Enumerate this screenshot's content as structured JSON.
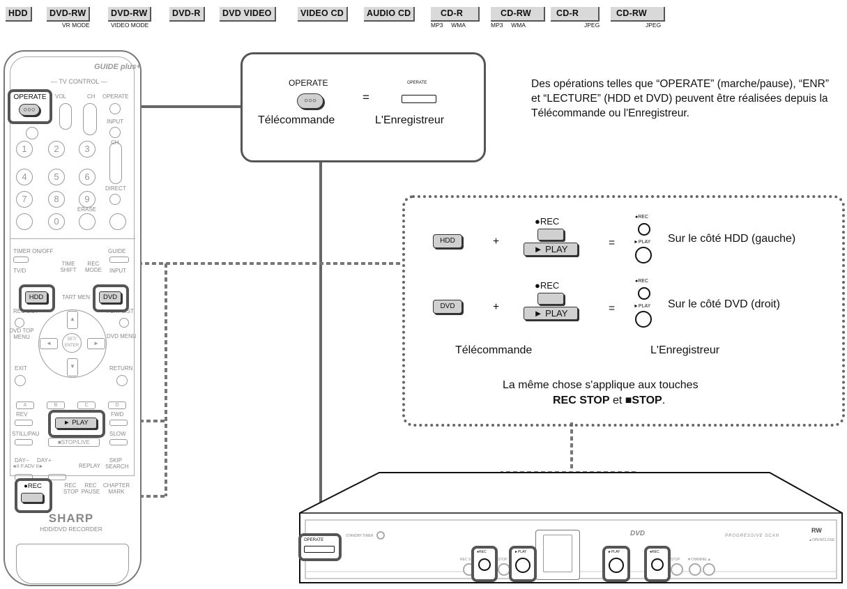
{
  "tabs": [
    {
      "label": "HDD",
      "sub": ""
    },
    {
      "label": "DVD-RW",
      "sub": "VR MODE"
    },
    {
      "label": "DVD-RW",
      "sub": "VIDEO MODE"
    },
    {
      "label": "DVD-R",
      "sub": ""
    },
    {
      "label": "DVD VIDEO",
      "sub": ""
    },
    {
      "label": "VIDEO CD",
      "sub": ""
    },
    {
      "label": "AUDIO CD",
      "sub": ""
    },
    {
      "label": "CD-R",
      "sub": "MP3     WMA"
    },
    {
      "label": "CD-RW",
      "sub": "MP3     WMA"
    },
    {
      "label": "CD-R",
      "sub": "JPEG"
    },
    {
      "label": "CD-RW",
      "sub": "JPEG"
    }
  ],
  "callout": {
    "remote_key_label": "OPERATE",
    "remote_key_dots": "○○○",
    "equals": "=",
    "recorder_key_label": "OPERATE",
    "remote_caption": "Télécommande",
    "recorder_caption": "L'Enregistreur"
  },
  "note": "Des opérations telles que “OPERATE” (marche/pause), “ENR” et “LECTURE” (HDD et DVD) peuvent être réalisées depuis la Télécommande ou l'Enregistreur.",
  "combos": {
    "plus": "+",
    "equals": "=",
    "rec_label": "●REC",
    "play_label": "► PLAY",
    "small_rec": "●REC",
    "small_play": "►PLAY",
    "rows": [
      {
        "key": "HDD",
        "result": "Sur le côté HDD (gauche)"
      },
      {
        "key": "DVD",
        "result": "Sur le côté DVD (droit)"
      }
    ],
    "col_remote": "Télécommande",
    "col_recorder": "L'Enregistreur",
    "footer_line1": "La même chose s'applique aux touches",
    "footer_bold1": "REC STOP",
    "footer_et": "et",
    "footer_bold2": "■STOP",
    "footer_end": "."
  },
  "remote": {
    "brand_logo": "GUIDE plus+",
    "tv_control": "— TV CONTROL —",
    "vol": "VOL",
    "ch": "CH",
    "operate_small": "OPERATE",
    "input": "INPUT",
    "ch2": "CH",
    "digits": [
      "1",
      "2",
      "3",
      "4",
      "5",
      "6",
      "7",
      "8",
      "9",
      "0"
    ],
    "direct": "DIRECT",
    "erase": "ERASE",
    "timer": "TIMER ON/OFF",
    "guide": "GUIDE",
    "tv_dvd": "TV/D",
    "time_shift": "TIME SHIFT",
    "rec_mode": "REC MODE",
    "input2": "INPUT",
    "start_menu": "TART MEN",
    "rec_list": "REC LIST",
    "play_list": "PLAY LIST",
    "dvd_top_menu": "DVD TOP MENU",
    "dvd_menu": "DVD MENU",
    "set_enter": "SET/ ENTER",
    "exit": "EXIT",
    "return": "RETURN",
    "abcd": [
      "A",
      "B",
      "C",
      "D"
    ],
    "rev": "REV",
    "fwd": "FWD",
    "still": "STILL/PAU",
    "stop_live": "■STOP/LIVE",
    "slow": "SLOW",
    "day_minus": "DAY–",
    "day_plus": "DAY+",
    "fadv": "◄II F.ADV II►",
    "replay": "REPLAY",
    "skip_search": "SKIP SEARCH",
    "rec_stop": "REC STOP",
    "rec_pause": "REC PAUSE",
    "chapter_mark": "CHAPTER MARK",
    "brand": "SHARP",
    "model": "HDD/DVD RECORDER",
    "hl_operate": "OPERATE",
    "hl_hdd": "HDD",
    "hl_dvd": "DVD",
    "hl_play": "► PLAY",
    "hl_rec": "●REC"
  },
  "recorder": {
    "operate": "OPERATE",
    "standby": "STANDBY",
    "timer": "TIMER",
    "dvd_logo": "DVD",
    "progressive": "PROGRESSIVE SCAN",
    "rw_logo": "RW",
    "open_close": "▲OPEN/CLOSE",
    "rec_left": "●REC",
    "play_left": "►PLAY",
    "play_right": "►PLAY",
    "rec_right": "●REC",
    "rec_stop_l": "REC S",
    "stop_l": "STOP",
    "stop_r": "STOP",
    "channel": "▼CHANNEL▲"
  }
}
